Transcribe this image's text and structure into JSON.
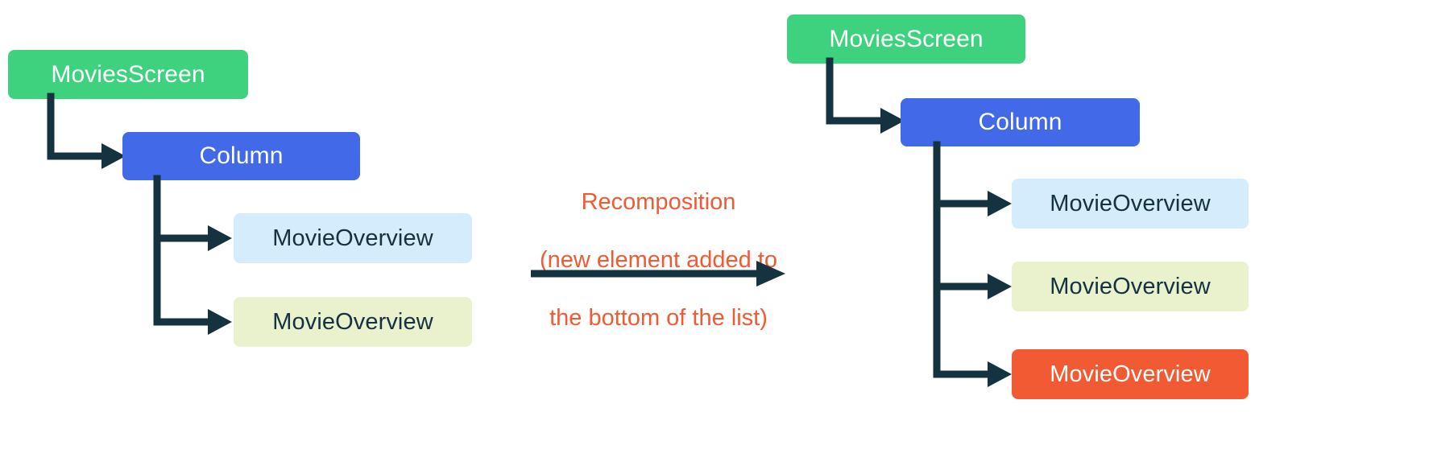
{
  "diagram": {
    "title": "Recomposition: new element added to the bottom of the list",
    "colors": {
      "screen": "#3ed27f",
      "column": "#4169e8",
      "overview_blue": "#d4ecfb",
      "overview_olive": "#e9f1cd",
      "overview_orange": "#f15a33",
      "connector": "#14323f",
      "caption": "#f15a33",
      "background": "#ffffff",
      "text_light": "#ffffff",
      "text_dark": "#14323f"
    },
    "before": {
      "name": "before-recomposition-tree",
      "nodes": [
        {
          "id": "screen",
          "label": "MoviesScreen",
          "kind": "screen"
        },
        {
          "id": "column",
          "label": "Column",
          "kind": "column"
        },
        {
          "id": "movie-1",
          "label": "MovieOverview",
          "kind": "overview_blue"
        },
        {
          "id": "movie-2",
          "label": "MovieOverview",
          "kind": "overview_olive"
        }
      ]
    },
    "transition": {
      "name": "recomposition-transition",
      "caption_lines": [
        "Recomposition",
        "(new element added to",
        "the bottom of the list)"
      ],
      "arrow": "right-arrow"
    },
    "after": {
      "name": "after-recomposition-tree",
      "nodes": [
        {
          "id": "screen",
          "label": "MoviesScreen",
          "kind": "screen"
        },
        {
          "id": "column",
          "label": "Column",
          "kind": "column"
        },
        {
          "id": "movie-1",
          "label": "MovieOverview",
          "kind": "overview_blue"
        },
        {
          "id": "movie-2",
          "label": "MovieOverview",
          "kind": "overview_olive"
        },
        {
          "id": "movie-3",
          "label": "MovieOverview",
          "kind": "overview_orange"
        }
      ]
    }
  }
}
